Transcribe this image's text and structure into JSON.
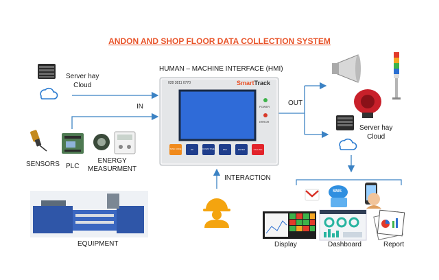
{
  "title": "ANDON AND SHOP FLOOR DATA COLLECTION SYSTEM",
  "hmi": {
    "caption": "HUMAN – MACHINE INTERFACE (HMI)",
    "phone": "028 3811 0770",
    "brand_smart": "Smart",
    "brand_track": "Track",
    "power_label": "POWER",
    "error_label": "ERROR",
    "buttons": [
      "TASK CODE",
      "OK",
      "DOWN TIME",
      "ESC",
      "ENTER",
      "CALLING"
    ],
    "screen_color": "#2f6bd8",
    "brand_color": "#e8542a"
  },
  "labels": {
    "server_cloud_left": "Server hay\nCloud",
    "in": "IN",
    "out": "OUT",
    "server_cloud_right": "Server hay\nCloud",
    "sensors": "SENSORS",
    "plc": "PLC",
    "energy": "ENERGY\nMEASURMENT",
    "equipment": "EQUIPMENT",
    "interaction": "INTERACTION",
    "display": "Display",
    "dashboard": "Dashboard",
    "report": "Report",
    "sms": "SMS"
  },
  "colors": {
    "arrow": "#3b82c4",
    "title": "#e8542a"
  }
}
